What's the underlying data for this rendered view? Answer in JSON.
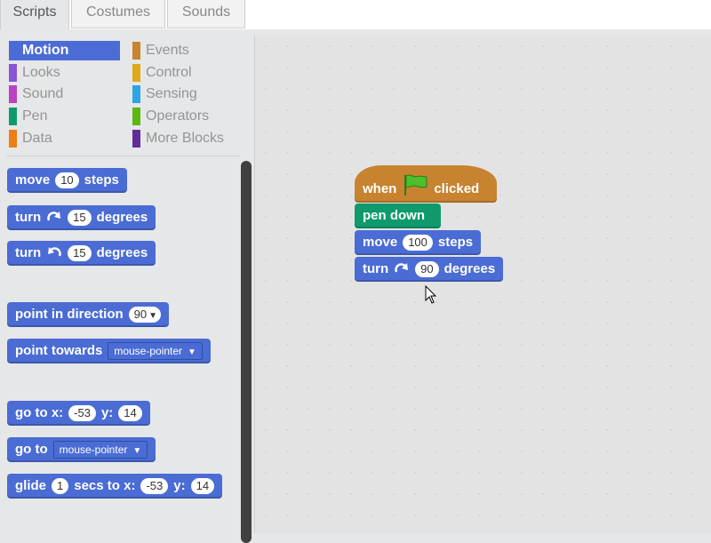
{
  "tabs": [
    "Scripts",
    "Costumes",
    "Sounds"
  ],
  "categories": {
    "left": [
      {
        "label": "Motion",
        "color": "#4a6cd4",
        "selected": true
      },
      {
        "label": "Looks",
        "color": "#8a55d7"
      },
      {
        "label": "Sound",
        "color": "#bb42c3"
      },
      {
        "label": "Pen",
        "color": "#0e9a6c"
      },
      {
        "label": "Data",
        "color": "#ee7d16"
      }
    ],
    "right": [
      {
        "label": "Events",
        "color": "#c88330"
      },
      {
        "label": "Control",
        "color": "#e1a91a"
      },
      {
        "label": "Sensing",
        "color": "#2ca5e2"
      },
      {
        "label": "Operators",
        "color": "#5cb712"
      },
      {
        "label": "More Blocks",
        "color": "#632d99"
      }
    ]
  },
  "palette": {
    "move": {
      "a": "move",
      "steps": "10",
      "b": "steps"
    },
    "turn_cw": {
      "a": "turn",
      "deg": "15",
      "b": "degrees"
    },
    "turn_ccw": {
      "a": "turn",
      "deg": "15",
      "b": "degrees"
    },
    "point_dir": {
      "a": "point in direction",
      "val": "90"
    },
    "point_towards": {
      "a": "point towards",
      "val": "mouse-pointer"
    },
    "goto_xy": {
      "a": "go to x:",
      "x": "-53",
      "b": "y:",
      "y": "14"
    },
    "goto": {
      "a": "go to",
      "val": "mouse-pointer"
    },
    "glide": {
      "a": "glide",
      "secs": "1",
      "b": "secs to x:",
      "x": "-53",
      "c": "y:",
      "y": "14"
    }
  },
  "script": {
    "hat": {
      "a": "when",
      "b": "clicked"
    },
    "pen": {
      "a": "pen down"
    },
    "move": {
      "a": "move",
      "steps": "100",
      "b": "steps"
    },
    "turn": {
      "a": "turn",
      "deg": "90",
      "b": "degrees"
    }
  },
  "colors": {
    "motion": "#4a6cd4",
    "pen": "#0e9a6c",
    "events": "#c88330"
  }
}
